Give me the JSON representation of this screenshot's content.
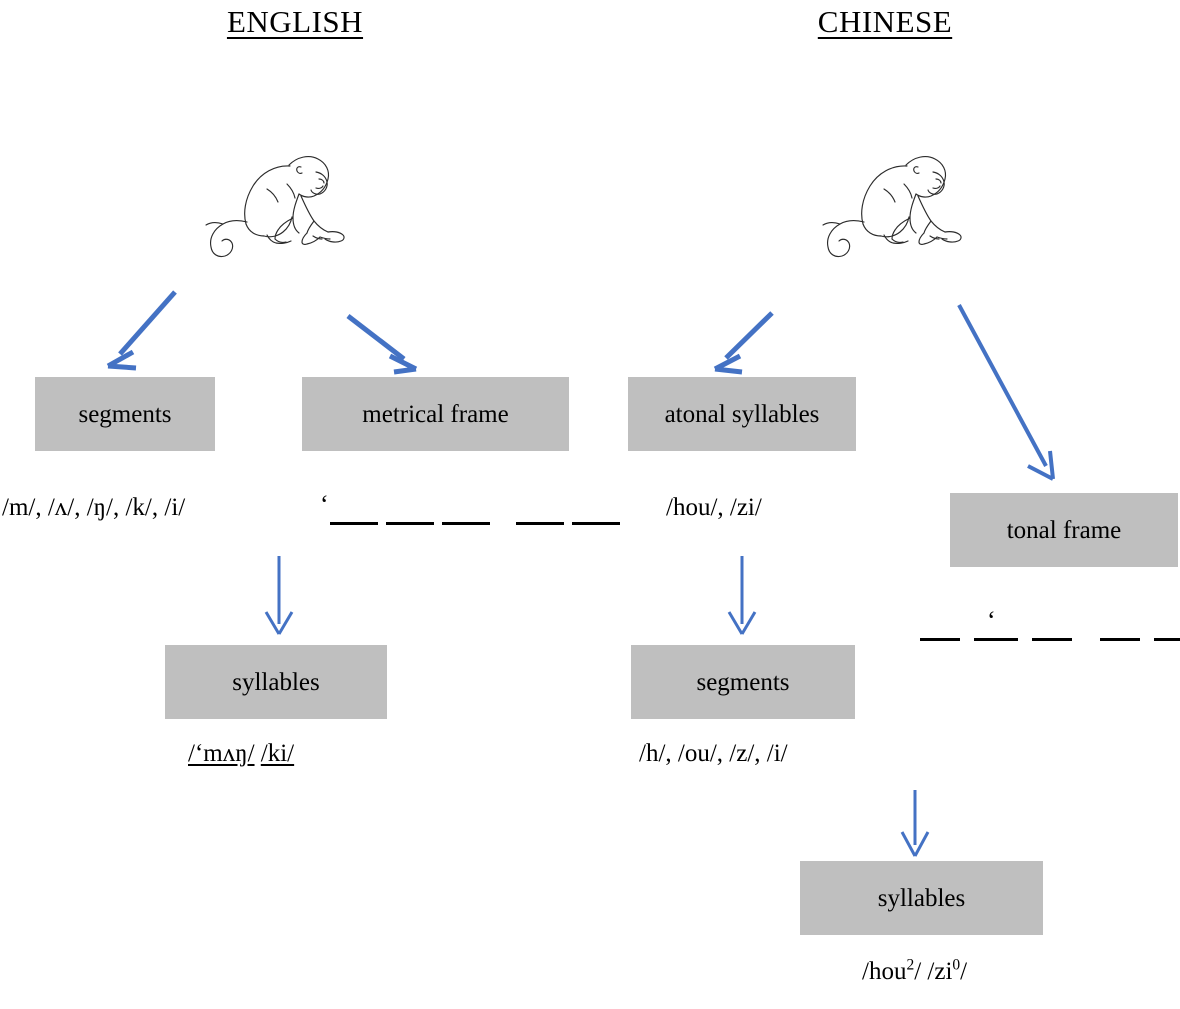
{
  "columns": {
    "english": {
      "title": "ENGLISH",
      "illustration": "monkey-line-drawing",
      "boxes": {
        "segments": "segments",
        "metrical_frame": "metrical frame",
        "syllables": "syllables"
      },
      "segments_transcription": "/m/, /ʌ/, /ŋ/, /k/, /i/",
      "metrical_frame_notation": {
        "stress_mark": "‘",
        "ticks_group_1": 3,
        "ticks_group_2": 2
      },
      "syllables_transcription_part1": "/‘mʌŋ/",
      "syllables_transcription_part2": "/ki/"
    },
    "chinese": {
      "title": "CHINESE",
      "illustration": "monkey-line-drawing",
      "boxes": {
        "atonal_syllables": "atonal syllables",
        "tonal_frame": "tonal  frame",
        "segments": "segments",
        "syllables": "syllables"
      },
      "atonal_syllables_transcription": "/hou/, /zi/",
      "tonal_frame_notation": {
        "stress_mark": "‘",
        "ticks": 5,
        "stress_over_tick_index": 2
      },
      "segments_transcription": "/h/, /ou/, /z/, /i/",
      "syllables_transcription_base1": "/hou",
      "syllables_transcription_sup1": "2",
      "syllables_transcription_mid": "/ /zi",
      "syllables_transcription_sup2": "0",
      "syllables_transcription_end": "/"
    }
  },
  "colors": {
    "box_fill": "#bfbfbf",
    "arrow": "#4472c4",
    "text": "#000000",
    "background": "#ffffff"
  },
  "arrows": {
    "english_to_segments": "arrow-down-left",
    "english_to_metrical_frame": "arrow-down-right",
    "metrical_frame_to_syllables": "arrow-down",
    "chinese_to_atonal_syllables": "arrow-down-left",
    "chinese_to_tonal_frame": "arrow-down-right-long",
    "atonal_syllables_to_segments": "arrow-down",
    "segments_to_syllables": "arrow-down"
  }
}
